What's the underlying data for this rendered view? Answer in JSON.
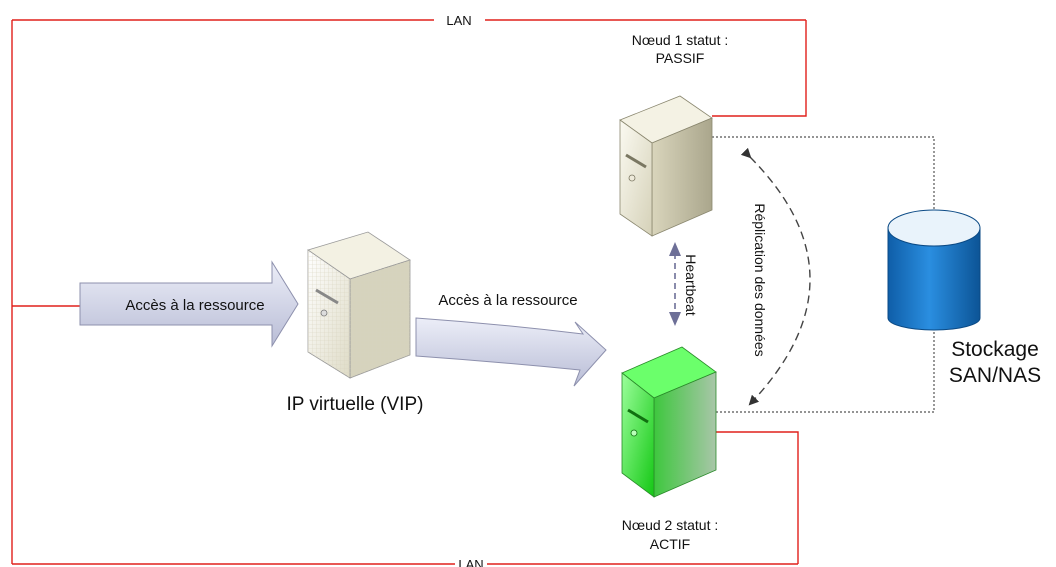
{
  "lan_top_label": "LAN",
  "lan_bottom_label": "LAN",
  "node1": {
    "title": "Nœud 1 statut :",
    "status": "PASSIF",
    "status_color": "#111111"
  },
  "node2": {
    "title": "Nœud 2 statut :",
    "status": "ACTIF",
    "status_color": "#2e9e63"
  },
  "access_label_1": "Accès à la ressource",
  "access_label_2": "Accès à la ressource",
  "vip_label": "IP virtuelle (VIP)",
  "heartbeat_label": "Heartbeat",
  "replication_label": "Réplication des données",
  "storage": {
    "line1": "Stockage",
    "line2": "SAN/NAS"
  },
  "colors": {
    "lan_line": "#e0201b",
    "active_server": "#22dd22",
    "passive_server": "#e9e6d3",
    "storage": "#1a76c8"
  }
}
